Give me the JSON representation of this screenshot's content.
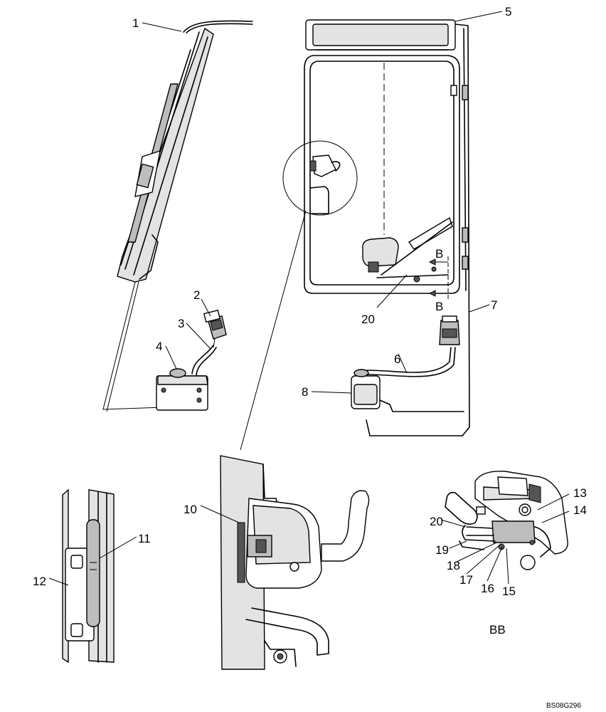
{
  "callouts": [
    {
      "id": "c1",
      "label": "1"
    },
    {
      "id": "c2",
      "label": "2"
    },
    {
      "id": "c3",
      "label": "3"
    },
    {
      "id": "c4",
      "label": "4"
    },
    {
      "id": "c5",
      "label": "5"
    },
    {
      "id": "c6",
      "label": "6"
    },
    {
      "id": "c7",
      "label": "7"
    },
    {
      "id": "c8",
      "label": "8"
    },
    {
      "id": "c10",
      "label": "10"
    },
    {
      "id": "c11",
      "label": "11"
    },
    {
      "id": "c12",
      "label": "12"
    },
    {
      "id": "c13",
      "label": "13"
    },
    {
      "id": "c14",
      "label": "14"
    },
    {
      "id": "c15",
      "label": "15"
    },
    {
      "id": "c16",
      "label": "16"
    },
    {
      "id": "c17",
      "label": "17"
    },
    {
      "id": "c18",
      "label": "18"
    },
    {
      "id": "c19",
      "label": "19"
    },
    {
      "id": "c20a",
      "label": "20"
    },
    {
      "id": "c20b",
      "label": "20"
    }
  ],
  "section_marks": {
    "top": "B",
    "bottom": "B"
  },
  "section_view_label": "BB",
  "drawing_code": "BS08G296"
}
